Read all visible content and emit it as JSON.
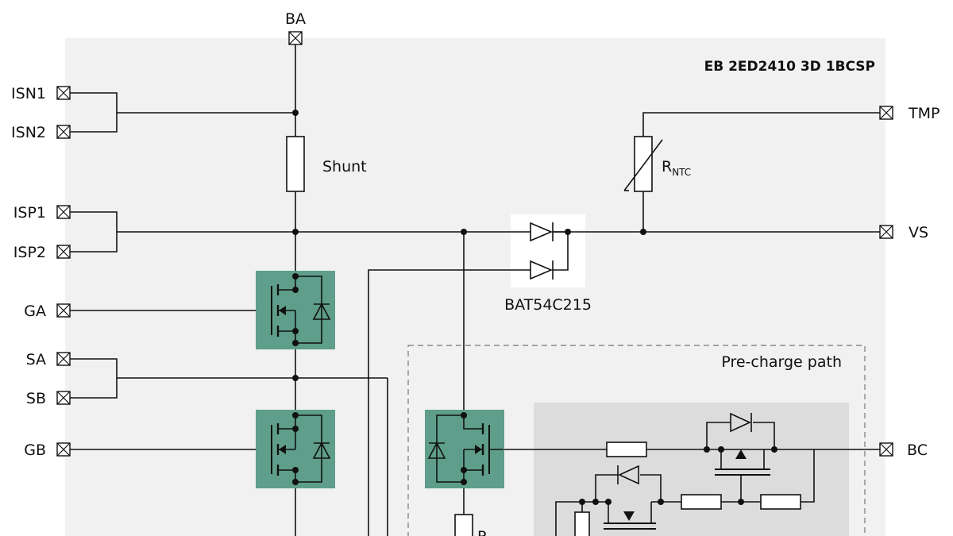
{
  "board": {
    "title": "EB 2ED2410 3D 1BCSP"
  },
  "pins": {
    "ba": "BA",
    "isn1": "ISN1",
    "isn2": "ISN2",
    "isp1": "ISP1",
    "isp2": "ISP2",
    "ga": "GA",
    "sa": "SA",
    "sb": "SB",
    "gb": "GB",
    "tmp": "TMP",
    "vs": "VS",
    "bc": "BC"
  },
  "components": {
    "shunt": "Shunt",
    "ntc_main": "R",
    "ntc_sub": "NTC",
    "diode": "BAT54C215",
    "precharge": "Pre-charge path",
    "cut_resistor_label": "R"
  },
  "colors": {
    "board_bg": "#f1f1f1",
    "mosfet_fill": "#5e9e8a",
    "precharge_inner": "#dcdcdc",
    "wire": "#111111"
  }
}
